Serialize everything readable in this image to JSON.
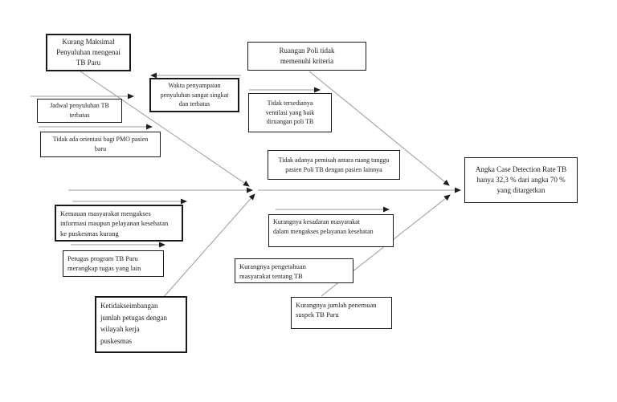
{
  "effect_box": {
    "text": "Angka Case Detection Rate TB\nhanya 32,3 % dari angka 70 %\nyang ditargetkan"
  },
  "cause_boxes": {
    "kurang_penyuluhan": "Kurang Maksimal\nPenyuluhan mengenai\nTB Paru",
    "ruangan_poli": "Ruangan Poli tidak\nmemenuhi kriteria",
    "waktu_penyampaian": "Waktu penyampaian\npenyuluhan sangat singkat\ndan terbatas",
    "jadwal_penyuluhan": "Jadwal penyuluhan TB\nterbatas",
    "tidak_ada_orientasi": "Tidak ada orientasi bagi PMO pasien\nbaru",
    "ventilasi": "Tidak tersedianya\nventilasi yang baik\ndiruangan poli TB",
    "pemisah_ruang_tunggu": "Tidak adanya pemisah antara ruang tunggu\npasien Poli TB dengan pasien lainnya",
    "kemauan_masyarakat": "Kemauan masyarakat mengakses\ninformasi maupun pelayanan kesehatan\nke puskesmas kurang",
    "petugas_merangkap": "Petugas program TB Paru\nmerangkap tugas yang lain",
    "ketidakseimbangan": "Ketidakseimbangan\njumlah petugas dengan\nwilayah kerja\npuskesmas",
    "kesadaran_masyarakat": "Kurangnya kesadaran masyarakat\ndalam mengakses pelayanan kesehatan",
    "pengetahuan_masyarakat": "Kurangnya pengetahuan\nmasyarakat tentang TB",
    "penemuan_suspek": "Kurangnya jumlah penemuan\nsuspek TB Paru"
  },
  "colors": {
    "background": "#ffffff",
    "box_border": "#1a1a1a",
    "connector_line": "#9a9a9a",
    "arrowhead": "#1f1f1f",
    "text": "#1a1a1a"
  }
}
